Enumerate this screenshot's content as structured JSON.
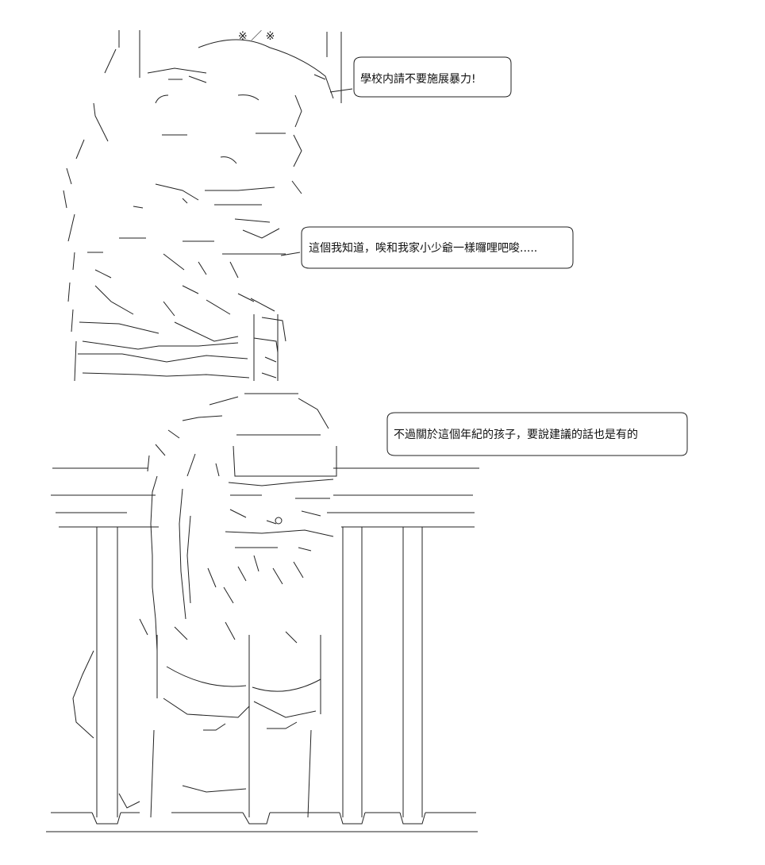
{
  "dialogue": {
    "line_1": "學校内請不要施展暴力!",
    "line_2": "這個我知道，唉和我家小少爺一樣囉哩吧唆.....",
    "line_3": "不過關於這個年紀的孩子，要說建議的話也是有的"
  },
  "art_symbols": {
    "top_marks": "※ ／ ※"
  }
}
